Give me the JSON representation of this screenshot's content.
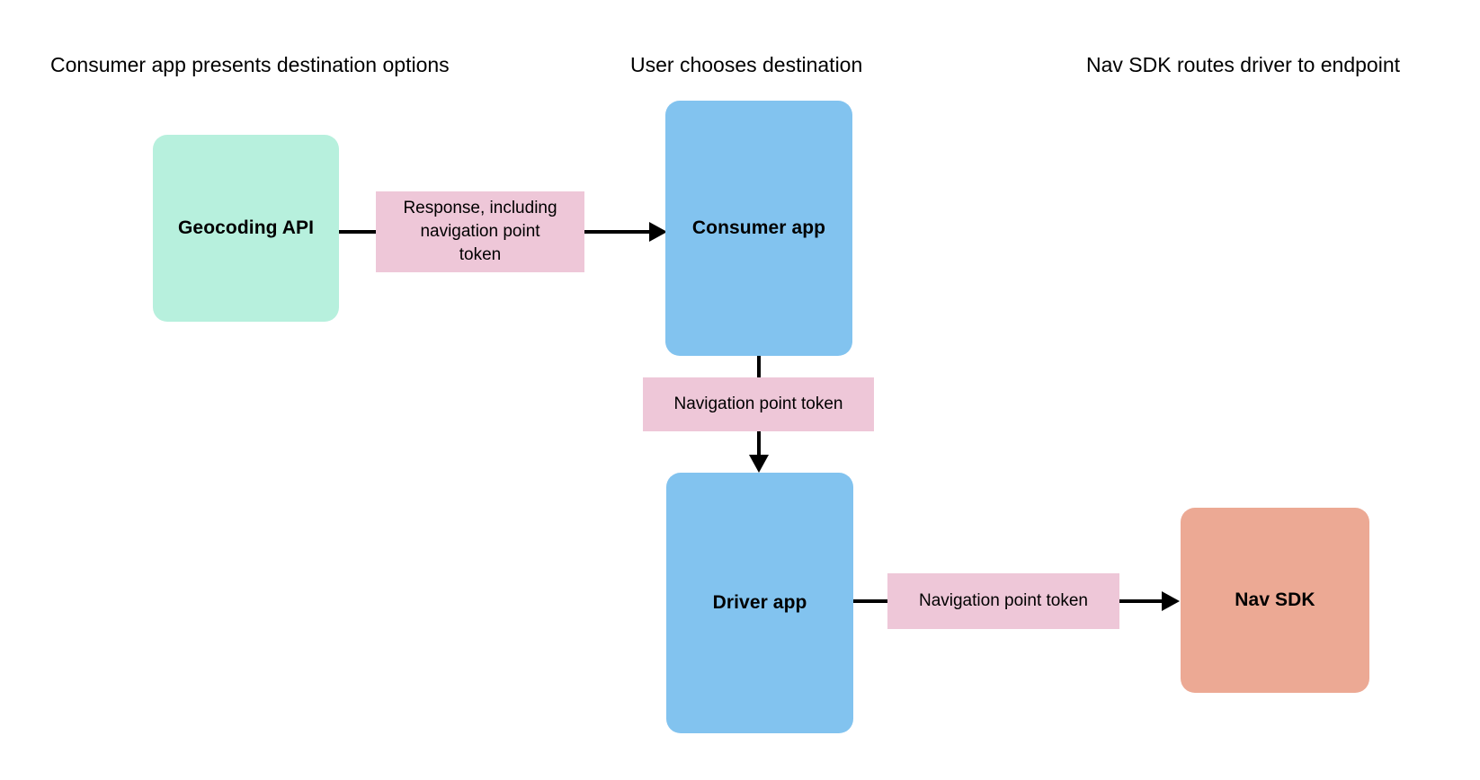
{
  "diagram": {
    "title_columns": [
      {
        "id": "consumer-stage",
        "label": "Consumer app presents destination options"
      },
      {
        "id": "user-stage",
        "label": "User chooses destination"
      },
      {
        "id": "navsdk-stage",
        "label": "Nav SDK routes driver to endpoint"
      }
    ],
    "nodes": [
      {
        "id": "geocoding-api",
        "label": "Geocoding API",
        "color": "#b7f0dd",
        "shape": "rounded-rect"
      },
      {
        "id": "consumer-app",
        "label": "Consumer app",
        "color": "#82c3ef",
        "shape": "rounded-rect"
      },
      {
        "id": "driver-app",
        "label": "Driver app",
        "color": "#82c3ef",
        "shape": "rounded-rect"
      },
      {
        "id": "nav-sdk",
        "label": "Nav SDK",
        "color": "#eca994",
        "shape": "rounded-rect"
      }
    ],
    "edge_labels": [
      {
        "id": "response-label",
        "color": "#eec7d8",
        "lines": [
          "Response, including",
          "navigation point",
          "token"
        ],
        "text": "Response, including navigation point token"
      },
      {
        "id": "nav-point-token-mid",
        "color": "#eec7d8",
        "lines": [
          "Navigation point token"
        ],
        "text": "Navigation point token"
      },
      {
        "id": "nav-point-token-right",
        "color": "#eec7d8",
        "lines": [
          "Navigation point token"
        ],
        "text": "Navigation point token"
      }
    ],
    "edges": [
      {
        "id": "geocoding-to-consumer",
        "from": "geocoding-api",
        "to": "consumer-app",
        "direction": "right",
        "label": "response-label"
      },
      {
        "id": "consumer-to-driver",
        "from": "consumer-app",
        "to": "driver-app",
        "direction": "down",
        "label": "nav-point-token-mid"
      },
      {
        "id": "driver-to-navsdk",
        "from": "driver-app",
        "to": "nav-sdk",
        "direction": "right",
        "label": "nav-point-token-right"
      }
    ],
    "colors": {
      "background": "#ffffff",
      "line": "#000000",
      "green": "#b7f0dd",
      "blue": "#82c3ef",
      "pink": "#eec7d8",
      "salmon": "#eca994"
    }
  }
}
